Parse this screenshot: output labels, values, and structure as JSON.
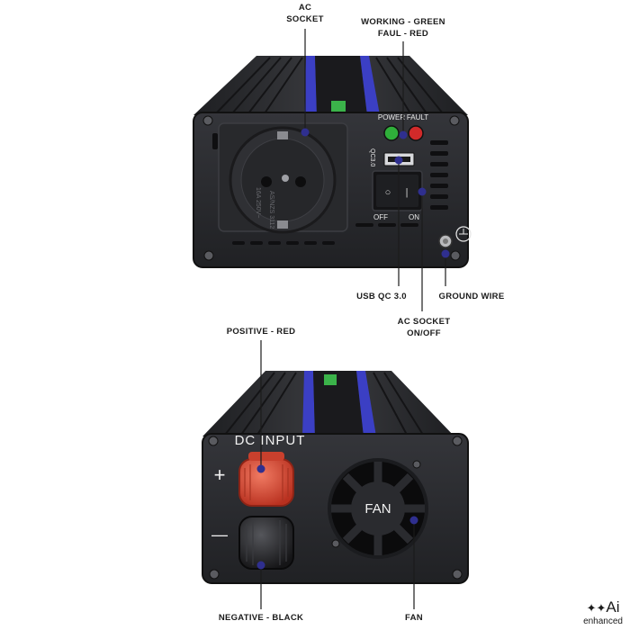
{
  "top_view": {
    "labels": {
      "ac_socket": [
        "AC",
        "SOCKET"
      ],
      "indicator": [
        "WORKING - GREEN",
        "FAUL - RED"
      ],
      "usb": "USB QC 3.0",
      "ground": "GROUND WIRE",
      "switch": [
        "AC SOCKET",
        "ON/OFF"
      ]
    },
    "panel_text": {
      "power": "POWER",
      "fault": "FAULT",
      "qc": "QC3.0",
      "off": "OFF",
      "on": "ON",
      "socket_rating": [
        "16A 250V~",
        "AS/NZS 3112"
      ]
    }
  },
  "bottom_view": {
    "labels": {
      "positive": "POSITIVE - RED",
      "negative": "NEGATIVE - BLACK",
      "fan": "FAN"
    },
    "panel_text": {
      "dc_input": "DC INPUT",
      "plus": "+",
      "minus": "—",
      "fan": "FAN"
    }
  },
  "badge": {
    "mark": "Ai",
    "text": "enhanced"
  },
  "colors": {
    "body": "#2a2b2e",
    "accent_blue": "#3b3fc4",
    "power_led": "#2fae3a",
    "fault_led": "#d12a2a",
    "terminal_red": "#d9412f",
    "callout": "#2f2f8f"
  }
}
